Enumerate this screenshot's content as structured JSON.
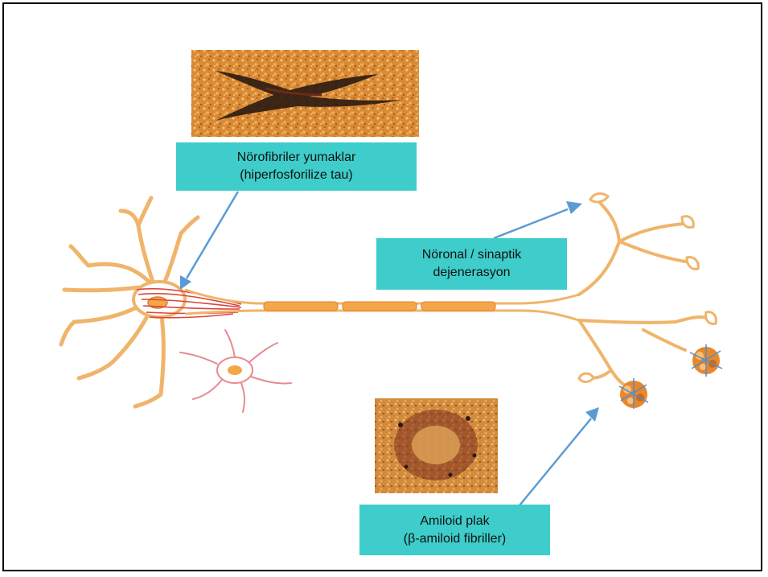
{
  "labels": {
    "tangles": {
      "line1": "Nörofibriler yumaklar",
      "line2": "(hiperfosforilize tau)"
    },
    "degeneration": {
      "line1": "Nöronal / sinaptik",
      "line2": "dejenerasyon"
    },
    "plaque": {
      "line1": "Amiloid  plak",
      "line2": "(β-amiloid fibriller)"
    }
  },
  "colors": {
    "label_box": "#3ecdca",
    "neuron_outline": "#f0b46a",
    "tangle_red": "#d9463e",
    "glia_pink": "#e88a96",
    "arrow_blue": "#5b9bd5",
    "myelin": "#f4a64a",
    "plaque_orange": "#e8872c"
  }
}
